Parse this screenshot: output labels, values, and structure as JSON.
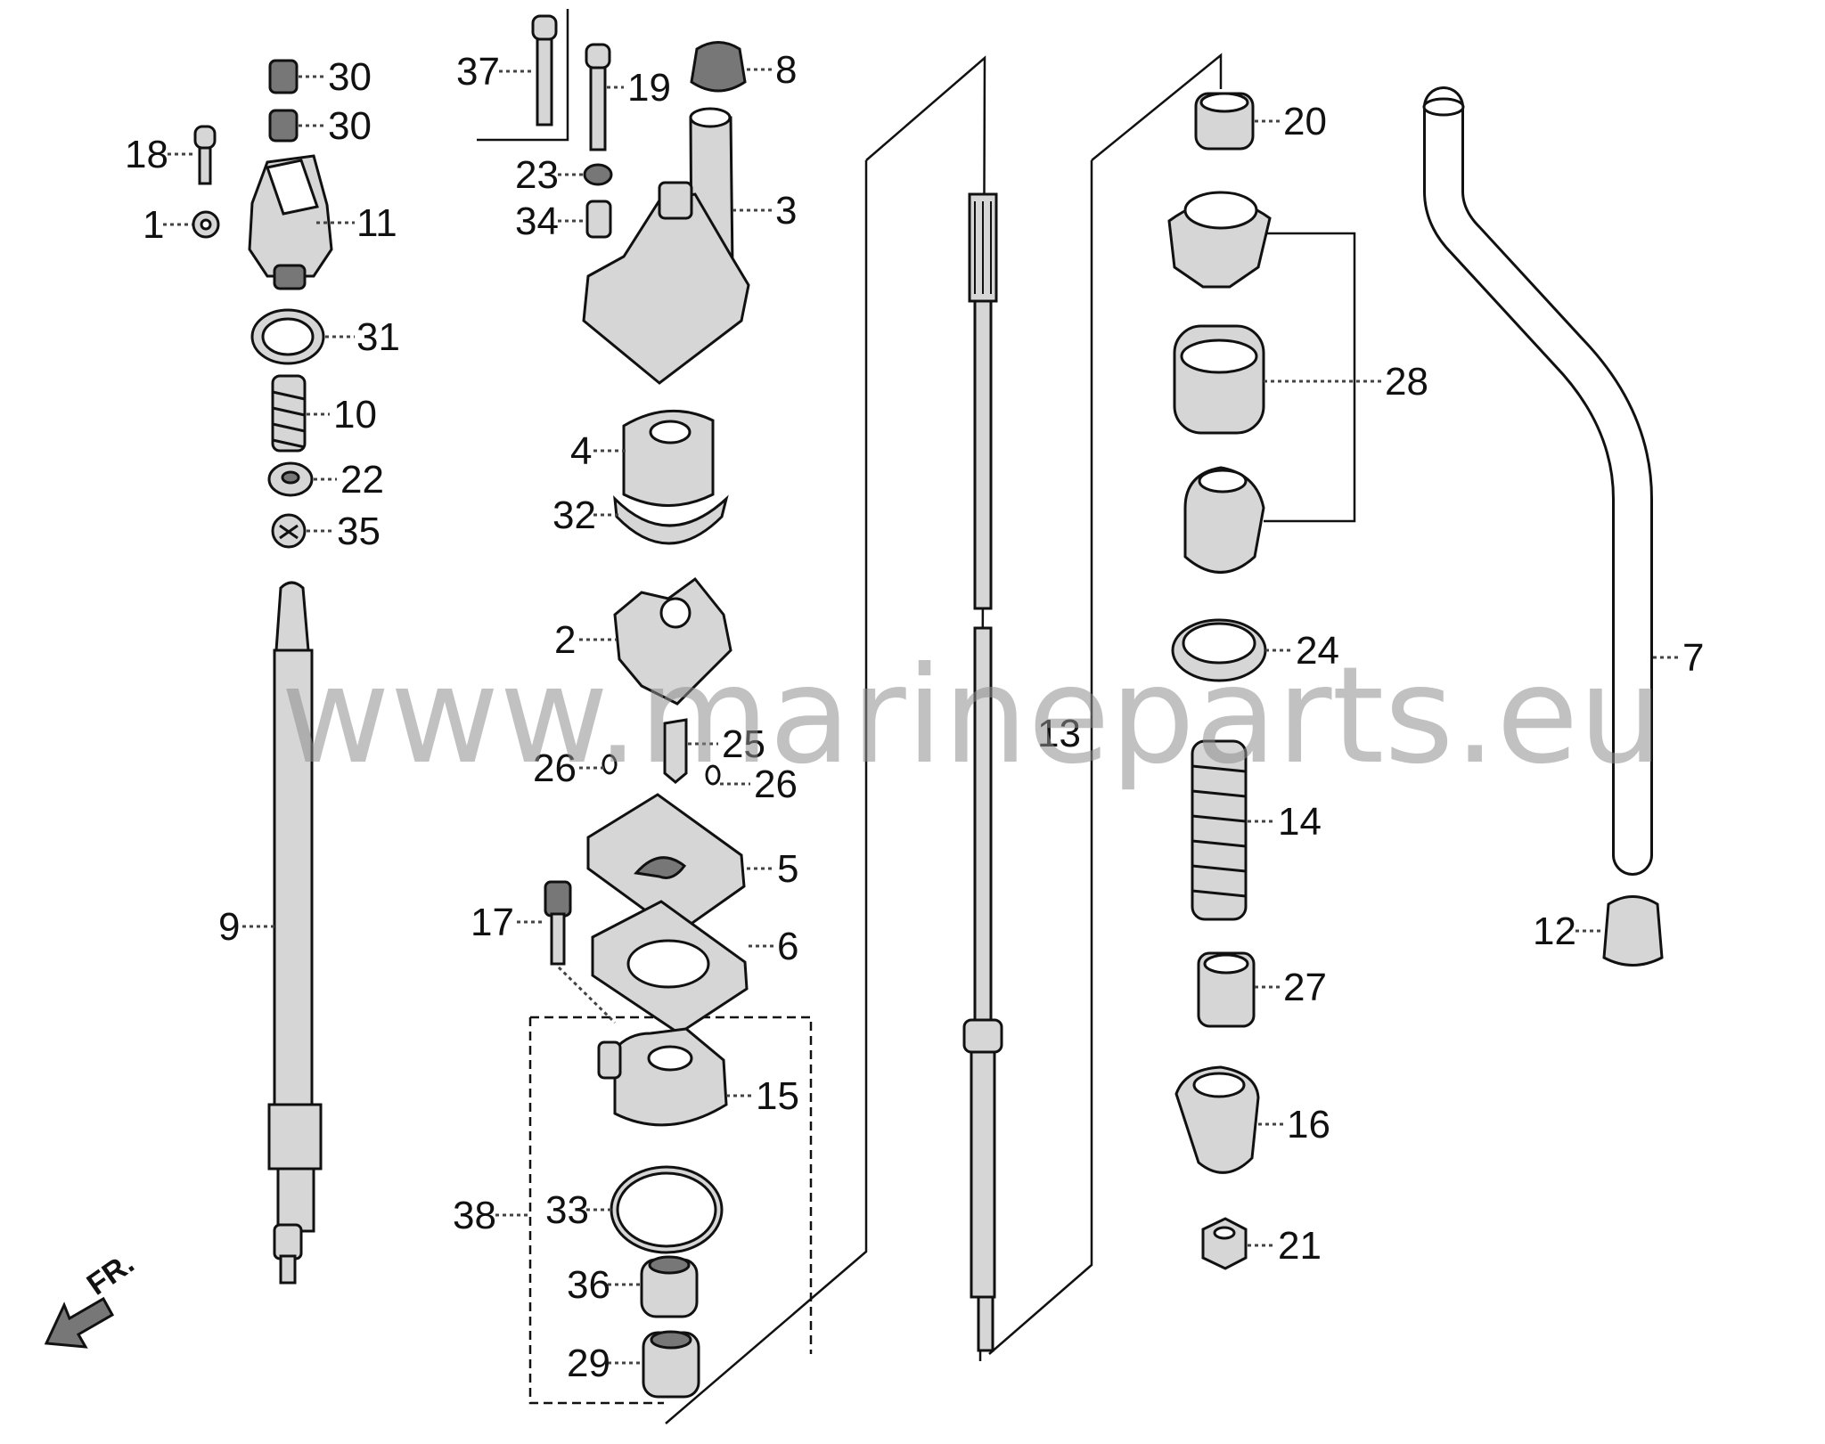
{
  "watermark": "www.marineparts.eu",
  "direction_label": "FR.",
  "callouts": {
    "c1": "1",
    "c2": "2",
    "c3": "3",
    "c4": "4",
    "c5": "5",
    "c6": "6",
    "c7": "7",
    "c8": "8",
    "c9": "9",
    "c10": "10",
    "c11": "11",
    "c12": "12",
    "c13": "13",
    "c14": "14",
    "c15": "15",
    "c16": "16",
    "c17": "17",
    "c18": "18",
    "c19": "19",
    "c20": "20",
    "c21": "21",
    "c22": "22",
    "c23": "23",
    "c24": "24",
    "c25": "25",
    "c26a": "26",
    "c26b": "26",
    "c27": "27",
    "c28": "28",
    "c29": "29",
    "c30a": "30",
    "c30b": "30",
    "c31": "31",
    "c32": "32",
    "c33": "33",
    "c34": "34",
    "c35": "35",
    "c36": "36",
    "c37": "37",
    "c38": "38"
  }
}
